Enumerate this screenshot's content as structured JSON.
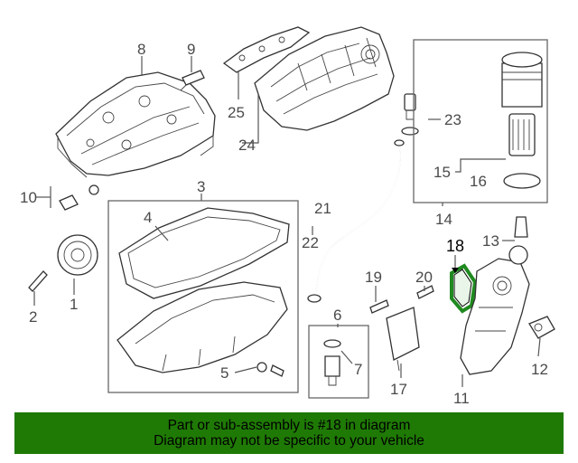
{
  "labels": {
    "l1": "1",
    "l2": "2",
    "l3": "3",
    "l4": "4",
    "l5": "5",
    "l6": "6",
    "l7": "7",
    "l8": "8",
    "l9": "9",
    "l10": "10",
    "l11": "11",
    "l12": "12",
    "l13": "13",
    "l14": "14",
    "l15": "15",
    "l16": "16",
    "l17": "17",
    "l18": "18",
    "l19": "19",
    "l20": "20",
    "l21": "21",
    "l22": "22",
    "l23": "23",
    "l24": "24",
    "l25": "25"
  },
  "highlight": {
    "part_number": "18",
    "color": "#1f8a1f"
  },
  "banner": {
    "line1": "Part or sub-assembly is #18 in diagram",
    "line2": "Diagram may not be specific to your vehicle",
    "background": "#1f7a05"
  }
}
